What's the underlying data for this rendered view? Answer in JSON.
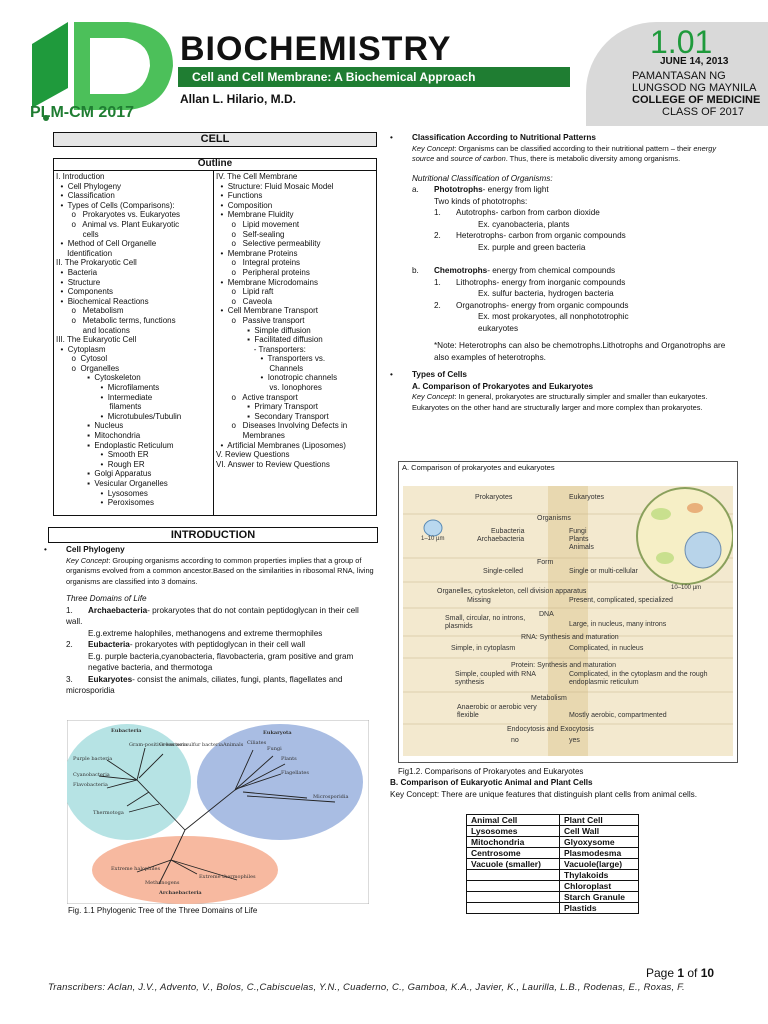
{
  "header": {
    "logo_text": "PLM-CM 2017",
    "title": "BIOCHEMISTRY",
    "subtitle": "Cell and Cell Membrane: A Biochemical Approach",
    "author": "Allan L. Hilario, M.D.",
    "badge_number": "1.01",
    "badge_date": "JUNE 14, 2013",
    "badge_line1": "PAMANTASAN NG",
    "badge_line2": "LUNGSOD NG MAYNILA",
    "badge_line3": "COLLEGE OF MEDICINE",
    "badge_line4": "CLASS OF 2017",
    "colors": {
      "brand_green": "#1f7d32",
      "badge_grey": "#d9d9d9",
      "number_green": "#1f9a3c"
    }
  },
  "cell_section": {
    "heading": "CELL",
    "outline_heading": "Outline",
    "outline_left": [
      "I. Introduction",
      "  •  Cell Phylogeny",
      "  •  Classification",
      "  •  Types of Cells (Comparisons):",
      "       o   Prokaryotes vs. Eukaryotes",
      "       o   Animal vs. Plant Eukaryotic",
      "            cells",
      "  •  Method of Cell Organelle",
      "     Identification",
      "",
      "II. The Prokaryotic Cell",
      "  •  Bacteria",
      "  •  Structure",
      "  •  Components",
      "  •  Biochemical Reactions",
      "       o   Metabolism",
      "       o   Metabolic terms, functions",
      "            and locations",
      "",
      "III. The Eukaryotic Cell",
      "  •  Cytoplasm",
      "       o  Cytosol",
      "       o  Organelles",
      "              ▪  Cytoskeleton",
      "                    •  Microfilaments",
      "                    •  Intermediate",
      "                        filaments",
      "                    •  Microtubules/Tubulin",
      "              ▪  Nucleus",
      "              ▪  Mitochondria",
      "              ▪  Endoplastic Reticulum",
      "                    •  Smooth ER",
      "                    •  Rough ER",
      "              ▪  Golgi Apparatus",
      "              ▪  Vesicular Organelles",
      "                    •  Lysosomes",
      "                    •  Peroxisomes"
    ],
    "outline_right": [
      "IV. The Cell Membrane",
      "  •  Structure: Fluid Mosaic Model",
      "  •  Functions",
      "  •  Composition",
      "  •  Membrane Fluidity",
      "       o   Lipid movement",
      "       o   Self-sealing",
      "       o   Selective permeability",
      "  •  Membrane Proteins",
      "       o   Integral proteins",
      "       o   Peripheral proteins",
      "  •  Membrane Microdomains",
      "       o   Lipid raft",
      "       o   Caveola",
      "  •  Cell Membrane Transport",
      "       o   Passive transport",
      "              ▪  Simple diffusion",
      "              ▪  Facilitated diffusion",
      "                 - Transporters:",
      "                    •  Transporters vs.",
      "                        Channels",
      "                    •  Ionotropic channels",
      "                        vs. Ionophores",
      "       o   Active transport",
      "              ▪  Primary Transport",
      "              ▪  Secondary Transport",
      "       o   Diseases Involving Defects in",
      "            Membranes",
      "  •  Artificial Membranes (Liposomes)",
      "V. Review Questions",
      "VI. Answer to Review Questions"
    ]
  },
  "intro": {
    "heading": "INTRODUCTION",
    "bullet_title": "Cell Phylogeny",
    "key_label": "Key Concept",
    "key_text": ": Grouping organisms according to common properties implies that a group of organisms evolved from a common ancestor.Based on the similarities in ribosomal RNA, living organisms are classified into 3 domains.",
    "domains_title": "Three Domains of Life",
    "domains": [
      {
        "num": "1.",
        "name": "Archaebacteria",
        "text": "- prokaryotes that do not contain peptidoglycan in their cell wall.",
        "ex": "E.g.extreme halophiles, methanogens and extreme thermophiles"
      },
      {
        "num": "2.",
        "name": "Eubacteria",
        "text": "- prokaryotes with peptidoglycan in their cell wall",
        "ex": "E.g. purple bacteria,cyanobacteria, flavobacteria, gram positive and gram negative bacteria, and thermotoga"
      },
      {
        "num": "3.",
        "name": "Eukaryotes",
        "text": "- consist the animals, ciliates, fungi, plants, flagellates and microsporidia",
        "ex": ""
      }
    ],
    "tree_labels": {
      "eubacteria": "Eubacteria",
      "eukaryota": "Eukaryota",
      "archaebacteria": "Archaebacteria",
      "purple": "Purple bacteria",
      "grampos": "Gram-positive bacteria",
      "greennon": "Green nonsulfur bacteria",
      "cyano": "Cyanobacteria",
      "flavo": "Flavobacteria",
      "thermotoga": "Thermotoga",
      "animals": "Animals",
      "ciliates": "Ciliates",
      "fungi": "Fungi",
      "plants": "Plants",
      "flagellates": "Flagellates",
      "microsporidia": "Microsporidia",
      "halophiles": "Extreme halophiles",
      "methanogens": "Methanogens",
      "thermophiles": "Extreme thermophiles"
    },
    "figure_caption": "Fig. 1.1 Phylogenic Tree of the Three Domains of Life"
  },
  "right_col": {
    "class_title": "Classification According to Nutritional Patterns",
    "class_key_label": "Key Concept",
    "class_key_text": ": Organisms can be classified according to their nutritional pattern – their ",
    "class_key_em1": "energy source",
    "class_key_and": " and ",
    "class_key_em2": "source of carbon",
    "class_key_end": ". Thus, there is metabolic diversity among organisms.",
    "nutri_title": "Nutritional Classification of Organisms:",
    "a_label": "a.",
    "a_name": "Phototrophs",
    "a_text": "- energy from light",
    "a_kinds": "Two kinds of phototrophs:",
    "a1_name": "Autotrophs",
    "a1_text": "- carbon from carbon dioxide",
    "a1_ex": "Ex. cyanobacteria, plants",
    "a2_name": "Heterotrophs",
    "a2_text": "- carbon from organic compounds",
    "a2_ex": "Ex. purple and green bacteria",
    "b_label": "b.",
    "b_name": "Chemotrophs",
    "b_text": "- energy from chemical compounds",
    "b1_name": "Lithotrophs",
    "b1_text": "- energy from inorganic compounds",
    "b1_ex": "Ex. sulfur bacteria, hydrogen bacteria",
    "b2_name": "Organotrophs",
    "b2_text": "- energy from organic compounds",
    "b2_ex1": "Ex. most prokaryotes, all nonphototrophic",
    "b2_ex2": "eukaryotes",
    "note": "*Note: Heterotrophs can also be chemotrophs.Lithotrophs and Organotrophs are also examples of heterotrophs.",
    "types_title": "Types of Cells",
    "types_a": "A. Comparison of Prokaryotes and Eukaryotes",
    "types_key_label": "Key Concept",
    "types_key_text": ": In general, prokaryotes are structurally simpler and smaller than eukaryotes. Eukaryotes on the other hand are structurally larger and more complex than prokaryotes.",
    "cmp_title": "A. Comparison of prokaryotes and eukaryotes",
    "cmp": {
      "col_pro": "Prokaryotes",
      "col_euk": "Eukaryotes",
      "organisms": "Organisms",
      "pro_org1": "Eubacteria",
      "pro_org2": "Archaebacteria",
      "euk_org1": "Fungi",
      "euk_org2": "Plants",
      "euk_org3": "Animals",
      "size_pro": "1–10 µm",
      "size_euk": "10–100 µm",
      "form": "Form",
      "form_pro": "Single-celled",
      "form_euk": "Single or multi-cellular",
      "organelles": "Organelles, cytoskeleton, cell division apparatus",
      "org_pro": "Missing",
      "org_euk": "Present, complicated, specialized",
      "dna": "DNA",
      "dna_pro": "Small, circular, no introns, plasmids",
      "dna_euk": "Large, in nucleus, many introns",
      "rna": "RNA: Synthesis and maturation",
      "rna_pro": "Simple, in cytoplasm",
      "rna_euk": "Complicated, in nucleus",
      "protein": "Protein: Synthesis and maturation",
      "protein_pro": "Simple, coupled with RNA synthesis",
      "protein_euk": "Complicated, in the cytoplasm and the rough endoplasmic reticulum",
      "metabolism": "Metabolism",
      "met_pro": "Anaerobic or aerobic very flexible",
      "met_euk": "Mostly aerobic, compartmented",
      "endo": "Endocytosis and Exocytosis",
      "endo_pro": "no",
      "endo_euk": "yes"
    },
    "fig2_caption": "Fig1.2. Comparisons of Prokaryotes and Eukaryotes",
    "b_heading": "B. Comparison of Eukaryotic Animal and Plant Cells",
    "b_key": "Key Concept: There are unique features that distinguish plant cells from animal cells.",
    "table_header": [
      "Animal Cell",
      "Plant Cell"
    ],
    "table_rows": [
      [
        "Lysosomes",
        "Cell Wall"
      ],
      [
        "Mitochondria",
        "Glyoxysome"
      ],
      [
        "Centrosome",
        "Plasmodesma"
      ],
      [
        "Vacuole (smaller)",
        "Vacuole(large)"
      ],
      [
        "",
        "Thylakoids"
      ],
      [
        "",
        "Chloroplast"
      ],
      [
        "",
        "Starch Granule"
      ],
      [
        "",
        "Plastids"
      ]
    ]
  },
  "footer": {
    "page_prefix": "Page ",
    "page_num": "1",
    "page_of": " of ",
    "page_total": "10",
    "transcribers": "Transcribers: Aclan, J.V., Advento, V., Bolos, C.,Cabiscuelas, Y.N., Cuaderno, C., Gamboa, K.A., Javier, K., Laurilla, L.B., Rodenas, E., Roxas, F."
  }
}
